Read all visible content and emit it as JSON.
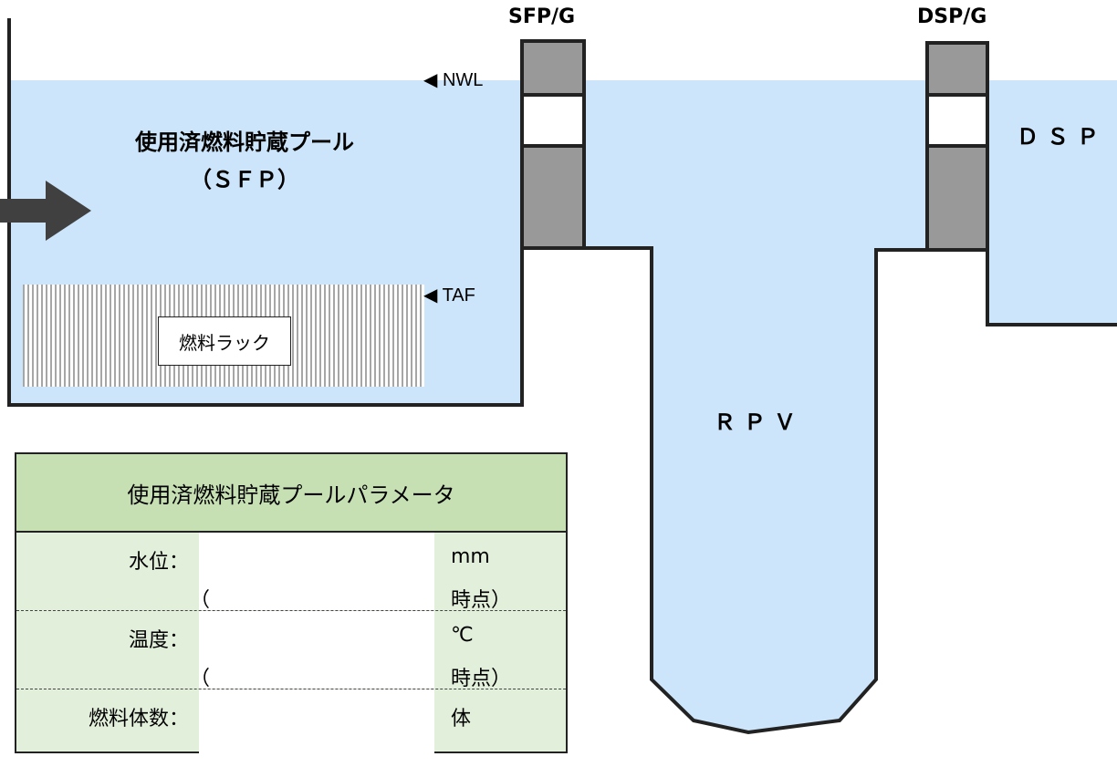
{
  "gates": {
    "sfp": "SFP/G",
    "dsp": "DSP/G"
  },
  "levels": {
    "nwl": "◀ NWL",
    "taf": "◀ TAF"
  },
  "pool": {
    "name": "使用済燃料貯蔵プール",
    "abbr": "（ＳＦＰ）"
  },
  "dsp_label": "ＤＳＰ",
  "rpv_label": "ＲＰＶ",
  "fuel_rack": "燃料ラック",
  "params": {
    "title": "使用済燃料貯蔵プールパラメータ",
    "rows": [
      {
        "name": "水位：",
        "unit": "mm",
        "open": "（",
        "time": "時点）"
      },
      {
        "name": "温度：",
        "unit": "℃",
        "open": "（",
        "time": "時点）"
      },
      {
        "name": "燃料体数：",
        "unit": "体"
      }
    ]
  },
  "colors": {
    "water": "#cce5fa",
    "gate": "#999999",
    "outline": "#222222",
    "arrow": "#404040",
    "table_header": "#c6e0b4",
    "table_body": "#e2efda"
  }
}
